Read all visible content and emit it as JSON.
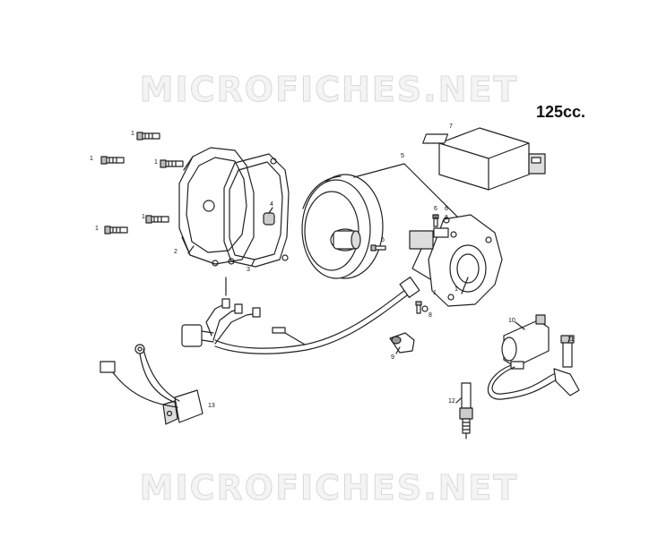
{
  "watermark": {
    "text": "MICROFICHES.NET"
  },
  "diagram": {
    "title": "125cc.",
    "callouts": [
      {
        "id": "c1a",
        "label": "1"
      },
      {
        "id": "c1b",
        "label": "1"
      },
      {
        "id": "c1c",
        "label": "1"
      },
      {
        "id": "c1d",
        "label": "1"
      },
      {
        "id": "c1e",
        "label": "1"
      },
      {
        "id": "c1f",
        "label": "1"
      },
      {
        "id": "c1g",
        "label": "1"
      },
      {
        "id": "c2",
        "label": "2"
      },
      {
        "id": "c3",
        "label": "3"
      },
      {
        "id": "c4",
        "label": "4"
      },
      {
        "id": "c5",
        "label": "5"
      },
      {
        "id": "c6a",
        "label": "6"
      },
      {
        "id": "c6b",
        "label": "6"
      },
      {
        "id": "c6c",
        "label": "6"
      },
      {
        "id": "c7",
        "label": "7"
      },
      {
        "id": "c8a",
        "label": "8"
      },
      {
        "id": "c8b",
        "label": "8"
      },
      {
        "id": "c8c",
        "label": "8"
      },
      {
        "id": "c9",
        "label": "9"
      },
      {
        "id": "c10",
        "label": "10"
      },
      {
        "id": "c11",
        "label": "11"
      },
      {
        "id": "c12",
        "label": "12"
      },
      {
        "id": "c13",
        "label": "13"
      }
    ]
  }
}
